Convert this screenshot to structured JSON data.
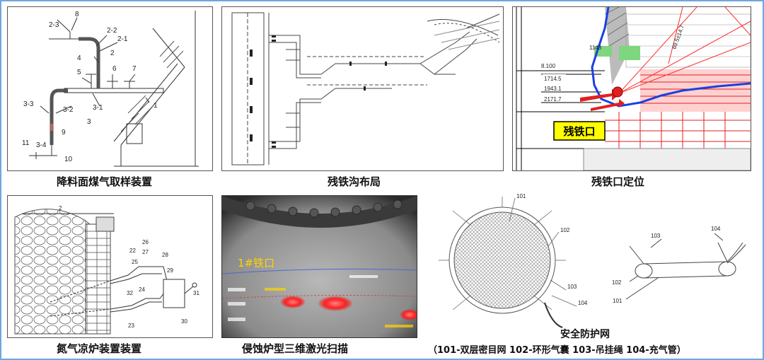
{
  "captions": {
    "p1": "降料面煤气取样装置",
    "p2": "残铁沟布局",
    "p3": "残铁口定位",
    "p4": "氮气凉炉装置装置",
    "p5": "侵蚀炉型三维激光扫描",
    "p6_title": "安全防护网",
    "p6_legend": "（101-双层密目网  102-环形气囊  103-吊挂绳  104-充气管）"
  },
  "p1_labels": [
    "2-3",
    "8",
    "2-2",
    "2-1",
    "2",
    "4",
    "5",
    "6",
    "7",
    "3-3",
    "3-2",
    "3-1",
    "3",
    "1",
    "9",
    "11",
    "3-4",
    "10"
  ],
  "p3_labels": {
    "tag": "残铁口",
    "elev": [
      "8.100",
      "1714.5",
      "1943.1",
      "2171.7"
    ],
    "angle": "69.5±14.7",
    "side": "1143"
  },
  "p4_labels": [
    "2",
    "26",
    "22",
    "27",
    "28",
    "25",
    "29",
    "24",
    "31",
    "32",
    "30",
    "23"
  ],
  "p5_labels": {
    "title": "1#铁口"
  },
  "p6_labels": [
    "101",
    "102",
    "103",
    "104",
    "102",
    "103",
    "104",
    "101"
  ],
  "colors": {
    "frame": "#6fa8dc",
    "ruby": "#e02020",
    "blue_line": "#1a3fe0",
    "yellow_tag": "#ffff00",
    "scan_text": "#ffd400"
  }
}
